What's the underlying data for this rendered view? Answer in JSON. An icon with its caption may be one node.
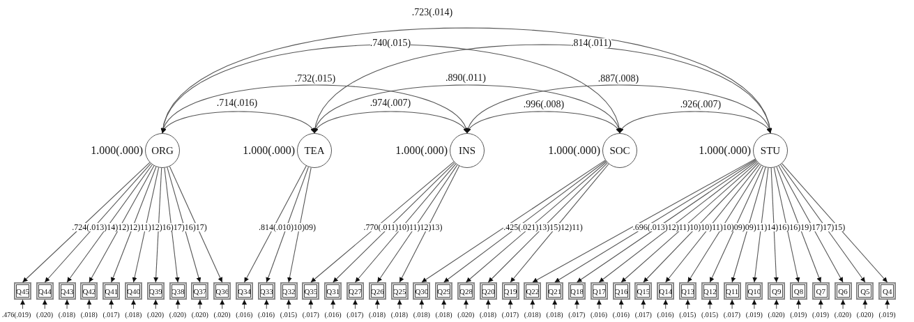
{
  "diagram": {
    "nodes": [
      {
        "text": [
          "ORG"
        ],
        "beside": [
          "1.000(.000)"
        ]
      },
      {
        "text": [
          "TEA"
        ],
        "beside": [
          "1.000(.000)"
        ]
      },
      {
        "text": [
          "INS"
        ],
        "beside": [
          "1.000(.000)"
        ]
      },
      {
        "text": [
          "SOC"
        ],
        "beside": [
          "1.000(.000)"
        ]
      },
      {
        "text": [
          "STU"
        ],
        "beside": [
          "1.000(.000)"
        ]
      },
      {
        "text": [
          "Q45"
        ],
        "beside": [
          ".476(.019)"
        ]
      },
      {
        "text": [
          "Q44"
        ],
        "beside": [
          "(.020)"
        ]
      },
      {
        "text": [
          "Q43"
        ],
        "beside": [
          "(.018)"
        ]
      },
      {
        "text": [
          "Q42"
        ],
        "beside": [
          "(.018)"
        ]
      },
      {
        "text": [
          "Q41"
        ],
        "beside": [
          "(.017)"
        ]
      },
      {
        "text": [
          "Q40"
        ],
        "beside": [
          "(.018)"
        ]
      },
      {
        "text": [
          "Q39"
        ],
        "beside": [
          "(.020)"
        ]
      },
      {
        "text": [
          "Q38"
        ],
        "beside": [
          "(.020)"
        ]
      },
      {
        "text": [
          "Q37"
        ],
        "beside": [
          "(.020)"
        ]
      },
      {
        "text": [
          "Q36"
        ],
        "beside": [
          "(.020)"
        ]
      },
      {
        "text": [
          "Q34"
        ],
        "beside": [
          "(.016)"
        ]
      },
      {
        "text": [
          "Q33"
        ],
        "beside": [
          "(.016)"
        ]
      },
      {
        "text": [
          "Q32"
        ],
        "beside": [
          "(.015)"
        ]
      },
      {
        "text": [
          "Q35"
        ],
        "beside": [
          "(.017)"
        ]
      },
      {
        "text": [
          "Q31"
        ],
        "beside": [
          "(.016)"
        ]
      },
      {
        "text": [
          "Q27"
        ],
        "beside": [
          "(.017)"
        ]
      },
      {
        "text": [
          "Q26"
        ],
        "beside": [
          "(.018)"
        ]
      },
      {
        "text": [
          "Q25"
        ],
        "beside": [
          "(.018)"
        ]
      },
      {
        "text": [
          "Q30"
        ],
        "beside": [
          "(.018)"
        ]
      },
      {
        "text": [
          "Q29"
        ],
        "beside": [
          "(.018)"
        ]
      },
      {
        "text": [
          "Q28"
        ],
        "beside": [
          "(.020)"
        ]
      },
      {
        "text": [
          "Q20"
        ],
        "beside": [
          "(.018)"
        ]
      },
      {
        "text": [
          "Q19"
        ],
        "beside": [
          "(.017)"
        ]
      },
      {
        "text": [
          "Q22"
        ],
        "beside": [
          "(.018)"
        ]
      },
      {
        "text": [
          "Q21"
        ],
        "beside": [
          "(.018)"
        ]
      },
      {
        "text": [
          "Q18"
        ],
        "beside": [
          "(.017)"
        ]
      },
      {
        "text": [
          "Q17"
        ],
        "beside": [
          "(.016)"
        ]
      },
      {
        "text": [
          "Q16"
        ],
        "beside": [
          "(.016)"
        ]
      },
      {
        "text": [
          "Q15"
        ],
        "beside": [
          "(.017)"
        ]
      },
      {
        "text": [
          "Q14"
        ],
        "beside": [
          "(.016)"
        ]
      },
      {
        "text": [
          "Q13"
        ],
        "beside": [
          "(.015)"
        ]
      },
      {
        "text": [
          "Q12"
        ],
        "beside": [
          "(.015)"
        ]
      },
      {
        "text": [
          "Q11"
        ],
        "beside": [
          "(.017)"
        ]
      },
      {
        "text": [
          "Q10"
        ],
        "beside": [
          "(.019)"
        ]
      },
      {
        "text": [
          "Q9"
        ],
        "beside": [
          "(.020)"
        ]
      },
      {
        "text": [
          "Q8"
        ],
        "beside": [
          "(.019)"
        ]
      },
      {
        "text": [
          "Q7"
        ],
        "beside": [
          "(.019)"
        ]
      },
      {
        "text": [
          "Q6"
        ],
        "beside": [
          "(.020)"
        ]
      },
      {
        "text": [
          "Q5"
        ],
        "beside": [
          "(.020)"
        ]
      },
      {
        "text": [
          "Q4"
        ],
        "beside": [
          "(.019)"
        ]
      }
    ],
    "edges": [
      {
        "from": 0,
        "to": 1,
        "arrow": "both",
        "label": ".714(.016)"
      },
      {
        "from": 0,
        "to": 2,
        "arrow": "both",
        "label": ".732(.015)"
      },
      {
        "from": 0,
        "to": 3,
        "arrow": "both",
        "label": ".740(.015)"
      },
      {
        "from": 0,
        "to": 4,
        "arrow": "both",
        "label": ".723(.014)"
      },
      {
        "from": 1,
        "to": 2,
        "arrow": "both",
        "label": ".974(.007)"
      },
      {
        "from": 1,
        "to": 3,
        "arrow": "both",
        "label": ".890(.011)"
      },
      {
        "from": 1,
        "to": 4,
        "arrow": "both",
        "label": ".814(.011)"
      },
      {
        "from": 2,
        "to": 3,
        "arrow": "both",
        "label": ".996(.008)"
      },
      {
        "from": 2,
        "to": 4,
        "arrow": "both",
        "label": ".887(.008)"
      },
      {
        "from": 3,
        "to": 4,
        "arrow": "both",
        "label": ".926(.007)"
      },
      {
        "from": 0,
        "to": 5,
        "arrow": "to"
      },
      {
        "from": 0,
        "to": 6,
        "arrow": "to"
      },
      {
        "from": 0,
        "to": 7,
        "arrow": "to"
      },
      {
        "from": 0,
        "to": 8,
        "arrow": "to"
      },
      {
        "from": 0,
        "to": 9,
        "arrow": "to"
      },
      {
        "from": 0,
        "to": 10,
        "arrow": "to"
      },
      {
        "from": 0,
        "to": 11,
        "arrow": "to"
      },
      {
        "from": 0,
        "to": 12,
        "arrow": "to"
      },
      {
        "from": 0,
        "to": 13,
        "arrow": "to"
      },
      {
        "from": 0,
        "to": 14,
        "arrow": "to"
      },
      {
        "from": 1,
        "to": 15,
        "arrow": "to"
      },
      {
        "from": 1,
        "to": 16,
        "arrow": "to"
      },
      {
        "from": 1,
        "to": 17,
        "arrow": "to"
      },
      {
        "from": 2,
        "to": 18,
        "arrow": "to"
      },
      {
        "from": 2,
        "to": 19,
        "arrow": "to"
      },
      {
        "from": 2,
        "to": 20,
        "arrow": "to"
      },
      {
        "from": 2,
        "to": 21,
        "arrow": "to"
      },
      {
        "from": 2,
        "to": 22,
        "arrow": "to"
      },
      {
        "from": 3,
        "to": 23,
        "arrow": "to"
      },
      {
        "from": 3,
        "to": 24,
        "arrow": "to"
      },
      {
        "from": 3,
        "to": 25,
        "arrow": "to"
      },
      {
        "from": 3,
        "to": 26,
        "arrow": "to"
      },
      {
        "from": 3,
        "to": 27,
        "arrow": "to"
      },
      {
        "from": 4,
        "to": 28,
        "arrow": "to"
      },
      {
        "from": 4,
        "to": 29,
        "arrow": "to"
      },
      {
        "from": 4,
        "to": 30,
        "arrow": "to"
      },
      {
        "from": 4,
        "to": 31,
        "arrow": "to"
      },
      {
        "from": 4,
        "to": 32,
        "arrow": "to"
      },
      {
        "from": 4,
        "to": 33,
        "arrow": "to"
      },
      {
        "from": 4,
        "to": 34,
        "arrow": "to"
      },
      {
        "from": 4,
        "to": 35,
        "arrow": "to"
      },
      {
        "from": 4,
        "to": 36,
        "arrow": "to"
      },
      {
        "from": 4,
        "to": 37,
        "arrow": "to"
      },
      {
        "from": 4,
        "to": 38,
        "arrow": "to"
      },
      {
        "from": 4,
        "to": 39,
        "arrow": "to"
      },
      {
        "from": 4,
        "to": 40,
        "arrow": "to"
      },
      {
        "from": 4,
        "to": 41,
        "arrow": "to"
      },
      {
        "from": 4,
        "to": 42,
        "arrow": "to"
      },
      {
        "from": 4,
        "to": 43,
        "arrow": "to"
      },
      {
        "from": 4,
        "to": 44,
        "arrow": "to"
      },
      {
        "from": null,
        "to": 5,
        "arrow": "to"
      },
      {
        "from": null,
        "to": 6,
        "arrow": "to"
      },
      {
        "from": null,
        "to": 7,
        "arrow": "to"
      },
      {
        "from": null,
        "to": 8,
        "arrow": "to"
      },
      {
        "from": null,
        "to": 9,
        "arrow": "to"
      },
      {
        "from": null,
        "to": 10,
        "arrow": "to"
      },
      {
        "from": null,
        "to": 11,
        "arrow": "to"
      },
      {
        "from": null,
        "to": 12,
        "arrow": "to"
      },
      {
        "from": null,
        "to": 13,
        "arrow": "to"
      },
      {
        "from": null,
        "to": 14,
        "arrow": "to"
      },
      {
        "from": null,
        "to": 15,
        "arrow": "to"
      },
      {
        "from": null,
        "to": 16,
        "arrow": "to"
      },
      {
        "from": null,
        "to": 17,
        "arrow": "to"
      },
      {
        "from": null,
        "to": 18,
        "arrow": "to"
      },
      {
        "from": null,
        "to": 19,
        "arrow": "to"
      },
      {
        "from": null,
        "to": 20,
        "arrow": "to"
      },
      {
        "from": null,
        "to": 21,
        "arrow": "to"
      },
      {
        "from": null,
        "to": 22,
        "arrow": "to"
      },
      {
        "from": null,
        "to": 23,
        "arrow": "to"
      },
      {
        "from": null,
        "to": 24,
        "arrow": "to"
      },
      {
        "from": null,
        "to": 25,
        "arrow": "to"
      },
      {
        "from": null,
        "to": 26,
        "arrow": "to"
      },
      {
        "from": null,
        "to": 27,
        "arrow": "to"
      },
      {
        "from": null,
        "to": 28,
        "arrow": "to"
      },
      {
        "from": null,
        "to": 29,
        "arrow": "to"
      },
      {
        "from": null,
        "to": 30,
        "arrow": "to"
      },
      {
        "from": null,
        "to": 31,
        "arrow": "to"
      },
      {
        "from": null,
        "to": 32,
        "arrow": "to"
      },
      {
        "from": null,
        "to": 33,
        "arrow": "to"
      },
      {
        "from": null,
        "to": 34,
        "arrow": "to"
      },
      {
        "from": null,
        "to": 35,
        "arrow": "to"
      },
      {
        "from": null,
        "to": 36,
        "arrow": "to"
      },
      {
        "from": null,
        "to": 37,
        "arrow": "to"
      },
      {
        "from": null,
        "to": 38,
        "arrow": "to"
      },
      {
        "from": null,
        "to": 39,
        "arrow": "to"
      },
      {
        "from": null,
        "to": 40,
        "arrow": "to"
      },
      {
        "from": null,
        "to": 41,
        "arrow": "to"
      },
      {
        "from": null,
        "to": 42,
        "arrow": "to"
      },
      {
        "from": null,
        "to": 43,
        "arrow": "to"
      },
      {
        "from": null,
        "to": 44,
        "arrow": "to"
      }
    ],
    "labels": [
      ".724(.013)14)12)12)11)12)16)17)16)17)",
      ".814(.010)10)09)",
      ".770(.011)10)11)12)13)",
      ".425(.021)13)15)12)11)",
      ".696(.013)12)11)10)10)11)10)09)09)11)14)16)16)19)17)17)15)"
    ]
  }
}
